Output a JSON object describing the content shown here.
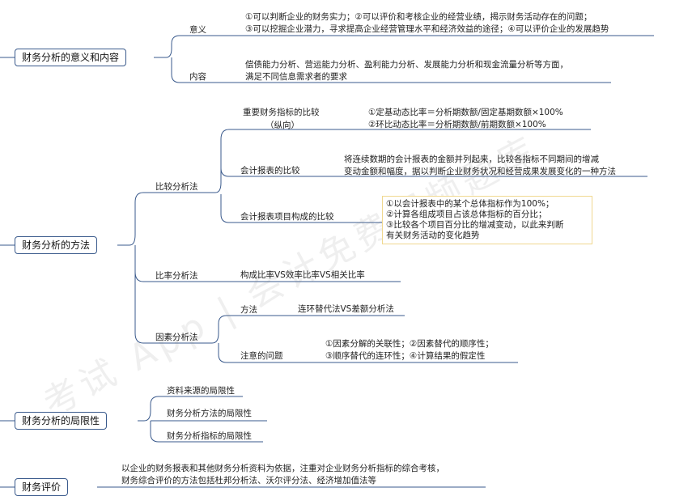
{
  "watermark": "考试 App | 会计免费视频题库",
  "colors": {
    "line": "#3a5a8c",
    "note_border": "#f0d890"
  },
  "sections": {
    "s1": {
      "title": "财务分析的意义和内容",
      "b1": {
        "label": "意义",
        "line1": "①可以判断企业的财务实力；②可以评价和考核企业的经营业绩，揭示财务活动存在的问题；",
        "line2": "③可以挖掘企业潜力，寻求提高企业经营管理水平和经济效益的途径；④可以评价企业的发展趋势"
      },
      "b2": {
        "label": "内容",
        "line1": "偿债能力分析、营运能力分析、盈利能力分析、发展能力分析和现金流量分析等方面，",
        "line2": "满足不同信息需求者的要求"
      }
    },
    "s2": {
      "title": "财务分析的方法",
      "compare": {
        "label": "比较分析法",
        "c1": {
          "label1": "重要财务指标的比较",
          "label2": "（纵向）",
          "line1": "①定基动态比率＝分析期数额/固定基期数额×100%",
          "line2": "②环比动态比率＝分析期数额/前期数额×100%"
        },
        "c2": {
          "label": "会计报表的比较",
          "line1": "将连续数期的会计报表的金额并列起来，比较各指标不同期间的增减",
          "line2": "变动金额和幅度，据以判断企业财务状况和经营成果发展变化的一种方法"
        },
        "c3": {
          "label": "会计报表项目构成的比较",
          "line1": "①以会计报表中的某个总体指标作为100%；",
          "line2": "②计算各组成项目占该总体指标的百分比；",
          "line3": "③比较各个项目百分比的增减变动，以此来判断",
          "line4": "有关财务活动的变化趋势"
        }
      },
      "ratio": {
        "label": "比率分析法",
        "detail": "构成比率VS效率比率VS相关比率"
      },
      "factor": {
        "label": "因素分析法",
        "f1": {
          "label": "方法",
          "detail": "连环替代法VS差额分析法"
        },
        "f2": {
          "label": "注意的问题",
          "line1": "①因素分解的关联性；②因素替代的顺序性；",
          "line2": "③顺序替代的连环性；④计算结果的假定性"
        }
      }
    },
    "s3": {
      "title": "财务分析的局限性",
      "items": [
        "资料来源的局限性",
        "财务分析方法的局限性",
        "财务分析指标的局限性"
      ]
    },
    "s4": {
      "title": "财务评价",
      "line1": "以企业的财务报表和其他财务分析资料为依据，注重对企业财务分析指标的综合考核，",
      "line2": "财务综合评价的方法包括杜邦分析法、沃尔评分法、经济增加值法等"
    }
  }
}
